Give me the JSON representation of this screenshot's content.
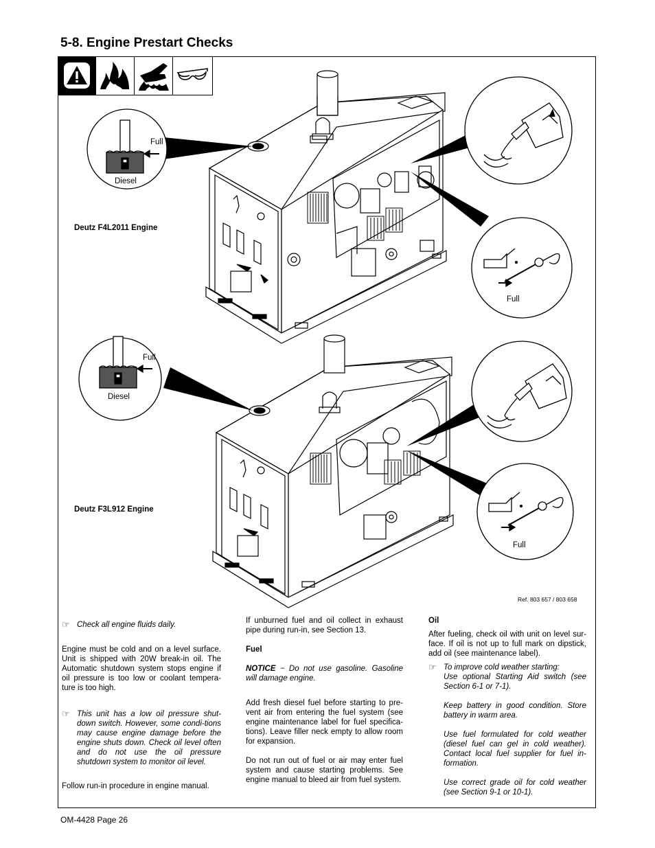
{
  "section_title": "5-8.   Engine Prestart Checks",
  "icons": [
    "warning-icon",
    "fire-icon",
    "burn-hand-icon",
    "safety-glasses-icon"
  ],
  "engine1": {
    "name": "Deutz F4L2011 Engine",
    "fuel_full": "Full",
    "fuel_label": "Diesel",
    "oil_full": "Full"
  },
  "engine2": {
    "name": "Deutz F3L912 Engine",
    "fuel_full": "Full",
    "fuel_label": "Diesel",
    "oil_full": "Full"
  },
  "ref": "Ref.  803 657 / 803 658",
  "col1": {
    "note1": "Check all engine fluids daily.",
    "para1": "Engine must be cold and on a level surface. Unit is shipped with 20W break-in oil. The Automatic shutdown system stops engine if oil pressure is too low or coolant tempera-ture is too high.",
    "note2": "This unit has a low oil pressure shut-down switch. However, some condi-tions may cause engine damage before the engine shuts down. Check oil level often and do not use the oil pressure shutdown system to monitor oil level.",
    "para2": "Follow run-in procedure in engine manual."
  },
  "col2": {
    "para1": "If unburned fuel and oil collect in exhaust pipe during run-in, see Section 13.",
    "fuel_heading": "Fuel",
    "notice_label": "NOTICE",
    "notice_text": " − Do not use gasoline. Gasoline will damage engine.",
    "para2": "Add fresh diesel fuel before starting to pre-vent air from entering the fuel system (see engine maintenance label for fuel specifica-tions). Leave filler neck empty to allow room for expansion.",
    "para3": "Do not run out of fuel or air may enter fuel system and cause starting problems. See engine manual to bleed air from fuel system."
  },
  "col3": {
    "oil_heading": "Oil",
    "para1": "After fueling, check oil with unit on level sur-face. If oil is not up to full mark on dipstick, add oil (see maintenance label).",
    "note_intro": "To improve cold weather starting:",
    "note_a": "Use optional Starting Aid switch (see Section 6-1 or 7-1).",
    "note_b": "Keep battery in good condition. Store battery in warm area.",
    "note_c": "Use fuel formulated for cold weather (diesel fuel can gel in cold weather). Contact local fuel supplier for fuel in-formation.",
    "note_d": "Use correct grade oil for cold weather (see Section 9-1 or 10-1)."
  },
  "footer": "OM-4428 Page 26"
}
